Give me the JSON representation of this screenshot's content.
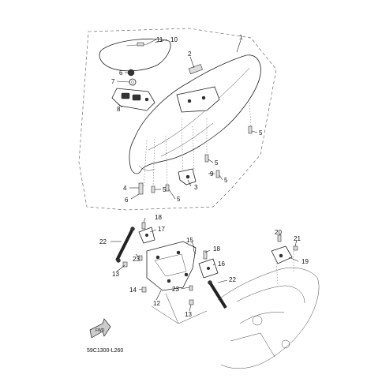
{
  "diagram_code": "59C1300-L260",
  "fwd_label": "FWD",
  "callouts": [
    {
      "id": "c1",
      "text": "1"
    },
    {
      "id": "c2",
      "text": "2"
    },
    {
      "id": "c3",
      "text": "3"
    },
    {
      "id": "c4",
      "text": "4"
    },
    {
      "id": "c5a",
      "text": "5"
    },
    {
      "id": "c5b",
      "text": "5"
    },
    {
      "id": "c5c",
      "text": "5"
    },
    {
      "id": "c5d",
      "text": "5"
    },
    {
      "id": "c5e",
      "text": "5"
    },
    {
      "id": "c6a",
      "text": "6"
    },
    {
      "id": "c6b",
      "text": "6"
    },
    {
      "id": "c7",
      "text": "7"
    },
    {
      "id": "c8",
      "text": "8"
    },
    {
      "id": "c9",
      "text": "9"
    },
    {
      "id": "c10",
      "text": "10"
    },
    {
      "id": "c11",
      "text": "11"
    },
    {
      "id": "c12",
      "text": "12"
    },
    {
      "id": "c13a",
      "text": "13"
    },
    {
      "id": "c13b",
      "text": "13"
    },
    {
      "id": "c14",
      "text": "14"
    },
    {
      "id": "c15",
      "text": "15"
    },
    {
      "id": "c16",
      "text": "16"
    },
    {
      "id": "c17",
      "text": "17"
    },
    {
      "id": "c18a",
      "text": "18"
    },
    {
      "id": "c18b",
      "text": "18"
    },
    {
      "id": "c19",
      "text": "19"
    },
    {
      "id": "c20",
      "text": "20"
    },
    {
      "id": "c21",
      "text": "21"
    },
    {
      "id": "c22a",
      "text": "22"
    },
    {
      "id": "c22b",
      "text": "22"
    },
    {
      "id": "c23a",
      "text": "23"
    },
    {
      "id": "c23b",
      "text": "23"
    }
  ]
}
